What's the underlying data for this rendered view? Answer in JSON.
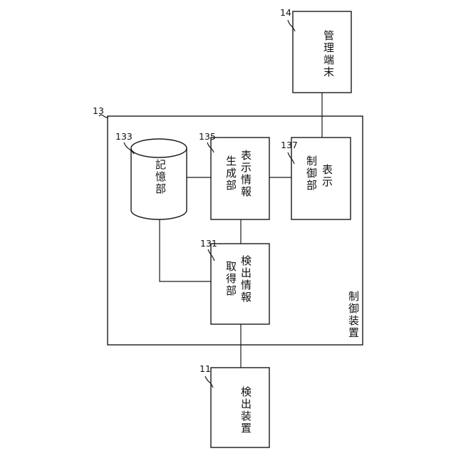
{
  "refs": {
    "control_device": "13",
    "storage": "133",
    "display_info_gen": "135",
    "display_control": "137",
    "detection_info_acq": "131",
    "mgmt_terminal": "14",
    "detection_device": "11"
  },
  "labels": {
    "control_device": "制御装置",
    "storage": "記憶部",
    "display_info_gen_l1": "表示情報",
    "display_info_gen_l2": "生成部",
    "display_control_l1": "表示",
    "display_control_l2": "制御部",
    "detection_info_acq_l1": "検出情報",
    "detection_info_acq_l2": "取得部",
    "mgmt_terminal": "管理端末",
    "detection_device": "検出装置"
  }
}
